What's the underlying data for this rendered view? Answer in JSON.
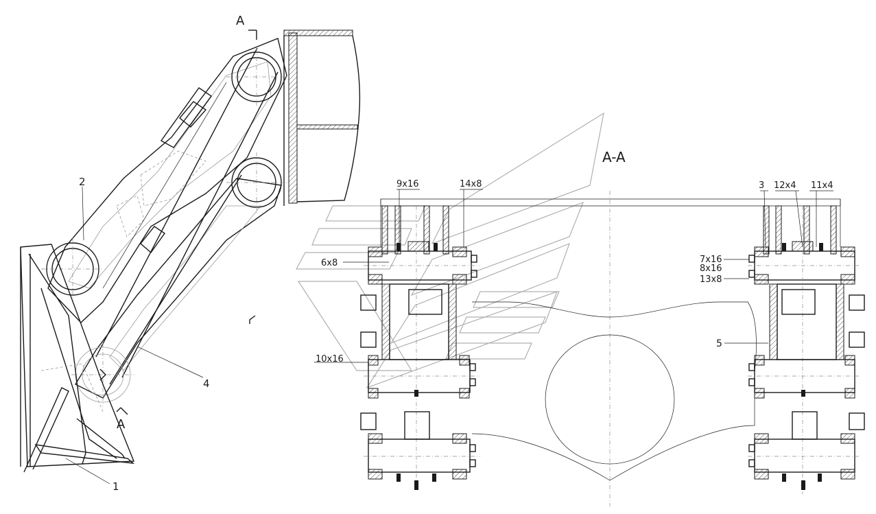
{
  "drawing": {
    "section_marks": [
      {
        "id": "sec-top",
        "text": "A"
      },
      {
        "id": "sec-bottom",
        "text": "A"
      }
    ],
    "section_title": "A-A",
    "part_labels": [
      {
        "id": "p1",
        "text": "1"
      },
      {
        "id": "p2",
        "text": "2"
      },
      {
        "id": "p3",
        "text": "3"
      },
      {
        "id": "p4",
        "text": "4"
      },
      {
        "id": "p5",
        "text": "5"
      }
    ],
    "callouts": [
      {
        "id": "c-9x16",
        "text": "9x16"
      },
      {
        "id": "c-14x8",
        "text": "14x8"
      },
      {
        "id": "c-12x4",
        "text": "12x4"
      },
      {
        "id": "c-11x4",
        "text": "11x4"
      },
      {
        "id": "c-6x8",
        "text": "6x8"
      },
      {
        "id": "c-7x16",
        "text": "7x16"
      },
      {
        "id": "c-8x16",
        "text": "8x16"
      },
      {
        "id": "c-13x8",
        "text": "13x8"
      },
      {
        "id": "c-10x16",
        "text": "10x16"
      }
    ],
    "colors": {
      "line": "#1a1a1a",
      "ghost": "#9a9a9a",
      "background": "#ffffff"
    }
  }
}
